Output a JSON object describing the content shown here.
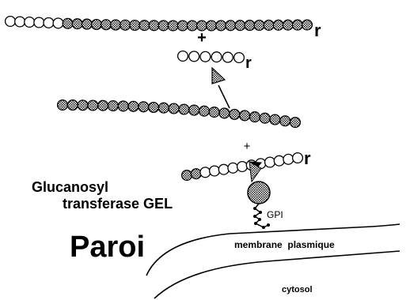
{
  "labels": {
    "reducing_end": "r",
    "plus": "+",
    "enzyme_line1": "Glucanosyl",
    "enzyme_line2": "transferase GEL",
    "anchor": "GPI",
    "wall": "Paroi",
    "membrane": "membrane  plasmique",
    "cytosol": "cytosol"
  },
  "colors": {
    "ink": "#000000",
    "paper": "#ffffff",
    "glucose_filled": "#b4b4b4",
    "glucose_open": "#ffffff",
    "enzyme": "#b4b4b4"
  }
}
